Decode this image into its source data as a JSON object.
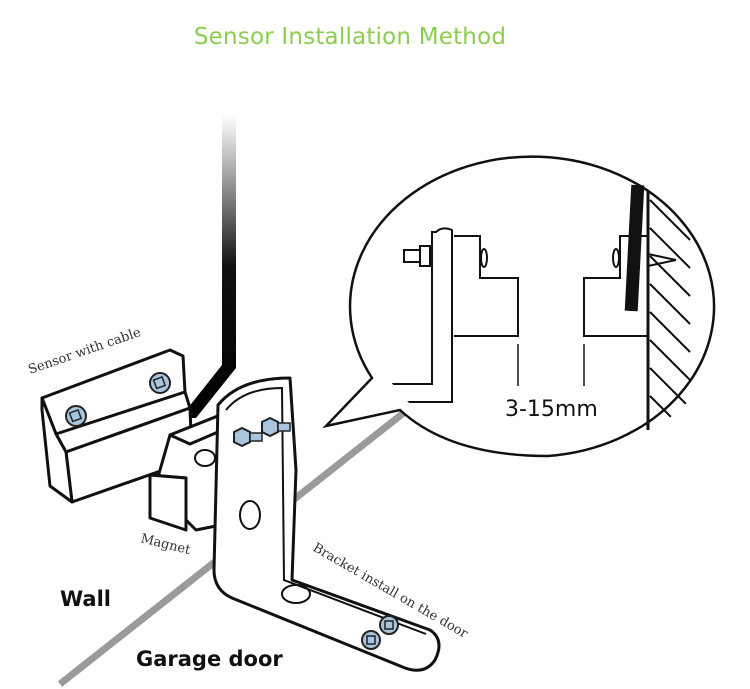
{
  "title": "Sensor Installation Method",
  "colors": {
    "title": "#8ccd50",
    "outline": "#111111",
    "wall_line": "#9a9a9a",
    "screw_fill": "#a9c5de"
  },
  "labels": {
    "sensor": "Sensor with cable",
    "magnet": "Magnet",
    "bracket": "Bracket install on the door",
    "wall": "Wall",
    "garage_door": "Garage door"
  },
  "callout": {
    "gap_dimension": "3-15mm"
  }
}
